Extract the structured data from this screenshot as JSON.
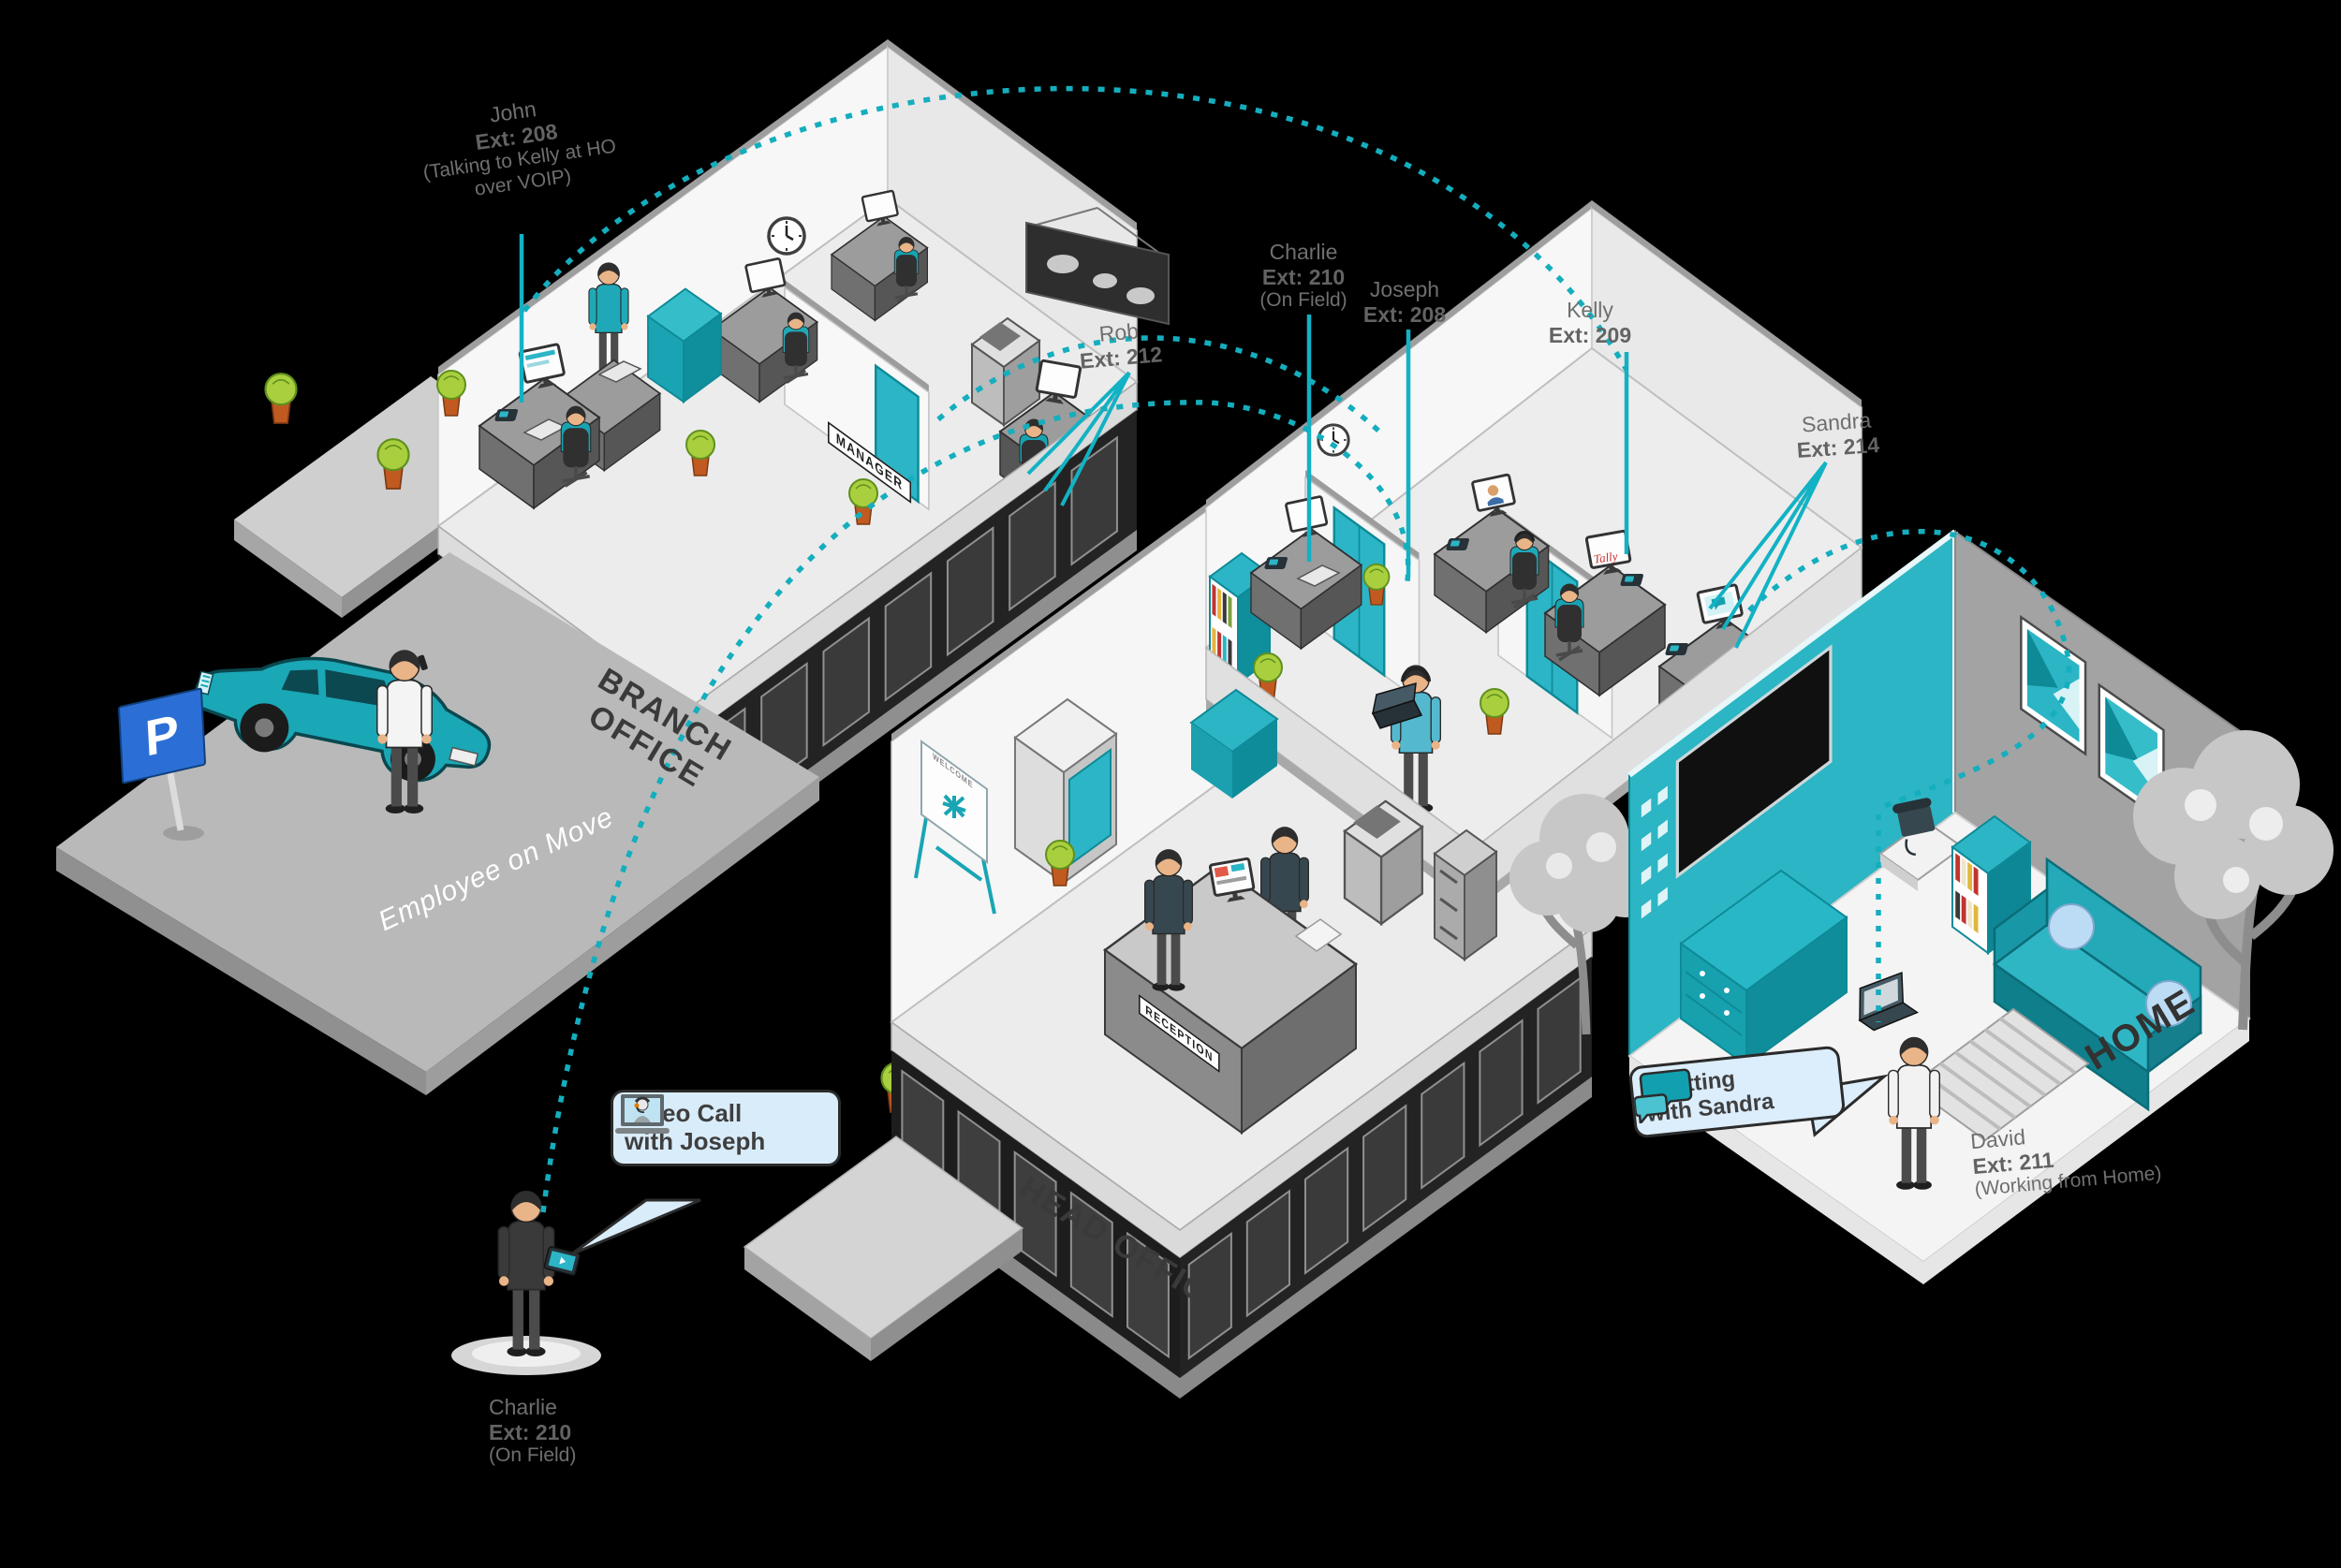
{
  "people_labels": {
    "john": {
      "name": "John",
      "ext": "Ext: 208",
      "note": "(Talking to Kelly at HO over VOIP)"
    },
    "charlie_top": {
      "name": "Charlie",
      "ext": "Ext: 210",
      "note": "(On Field)"
    },
    "joseph": {
      "name": "Joseph",
      "ext": "Ext: 208"
    },
    "kelly": {
      "name": "Kelly",
      "ext": "Ext: 209"
    },
    "rob": {
      "name": "Rob",
      "ext": "Ext: 212"
    },
    "sandra": {
      "name": "Sandra",
      "ext": "Ext: 214"
    },
    "david": {
      "name": "David",
      "ext": "Ext: 211",
      "note": "(Working from Home)"
    },
    "charlie_bottom": {
      "name": "Charlie",
      "ext": "Ext: 210",
      "note": "(On Field)"
    }
  },
  "locations": {
    "branch_office": "BRANCH OFFICE",
    "head_office": "HEAD OFFICE",
    "home": "HOME",
    "employee_on_move": "Employee on Move"
  },
  "signs": {
    "parking": "P",
    "manager": "MANAGER",
    "reception": "RECEPTION",
    "welcome": "WELCOME",
    "monitor_brand": "Tally"
  },
  "callouts": {
    "video_call": {
      "line1": "Video Call",
      "line2": "with Joseph"
    },
    "chat": {
      "line1": "Chatting",
      "line2": "with Sandra"
    }
  },
  "colors": {
    "accent_teal": "#1baab8",
    "dotted_line": "#14aebe",
    "label_gray": "#6f6f6f",
    "callout_bg": "#d9ecf9",
    "building_text": "#3a3a3a",
    "parking_sign_blue": "#2b6fd6"
  }
}
